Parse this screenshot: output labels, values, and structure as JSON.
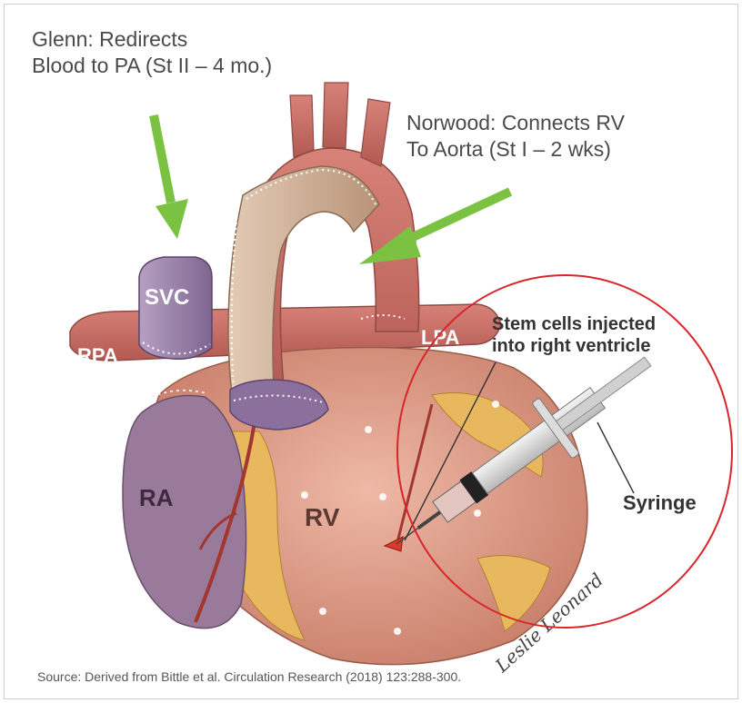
{
  "captions": {
    "glenn_line1": "Glenn: Redirects",
    "glenn_line2": "Blood to PA (St II – 4 mo.)",
    "norwood_line1": "Norwood:  Connects RV",
    "norwood_line2": "To Aorta (St I – 2 wks)"
  },
  "labels": {
    "svc": "SVC",
    "rpa": "RPA",
    "lpa": "LPA",
    "ra": "RA",
    "rv": "RV",
    "stem_line1": "Stem cells injected",
    "stem_line2": "into right ventricle",
    "syringe": "Syringe",
    "signature": "Leslie Leonard"
  },
  "source": "Source:   Derived from Bittle et al.  Circulation Research (2018) 123:288-300.",
  "colors": {
    "arrow": "#7cc242",
    "highlight_ellipse": "#d9262b",
    "heart": "#dd9a83",
    "vessel": "#c96a61",
    "conduit": "#d2b39a",
    "svc": "#9a7fa8"
  }
}
